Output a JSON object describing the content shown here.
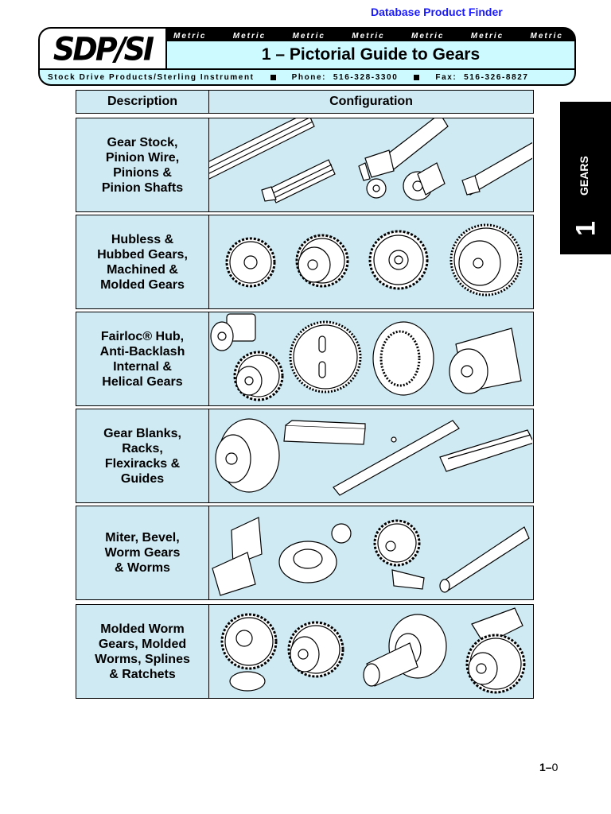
{
  "header_link": "Database Product Finder",
  "banner": {
    "metric_labels": [
      "Metric",
      "Metric",
      "Metric",
      "Metric",
      "Metric",
      "Metric",
      "Metric"
    ],
    "logo": "SDP/SI",
    "title": "1 – Pictorial Guide to Gears",
    "company": "Stock Drive Products/Sterling Instrument",
    "phone_label": "Phone:",
    "phone": "516-328-3300",
    "fax_label": "Fax:",
    "fax": "516-326-8827"
  },
  "side_tab": {
    "label": "GEARS",
    "number": "1"
  },
  "table": {
    "headers": {
      "description": "Description",
      "configuration": "Configuration"
    },
    "rows": [
      {
        "description": "Gear Stock,\nPinion Wire,\nPinions &\nPinion Shafts"
      },
      {
        "description": "Hubless &\nHubbed Gears,\nMachined &\nMolded Gears"
      },
      {
        "description": "Fairloc® Hub,\nAnti-Backlash\nInternal &\nHelical Gears"
      },
      {
        "description": "Gear Blanks,\nRacks,\nFlexiracks &\nGuides"
      },
      {
        "description": "Miter, Bevel,\nWorm Gears\n& Worms"
      },
      {
        "description": "Molded Worm\nGears, Molded\nWorms, Splines\n& Ratchets"
      }
    ]
  },
  "page_number": {
    "chapter": "1",
    "separator": "–",
    "page": "0"
  }
}
